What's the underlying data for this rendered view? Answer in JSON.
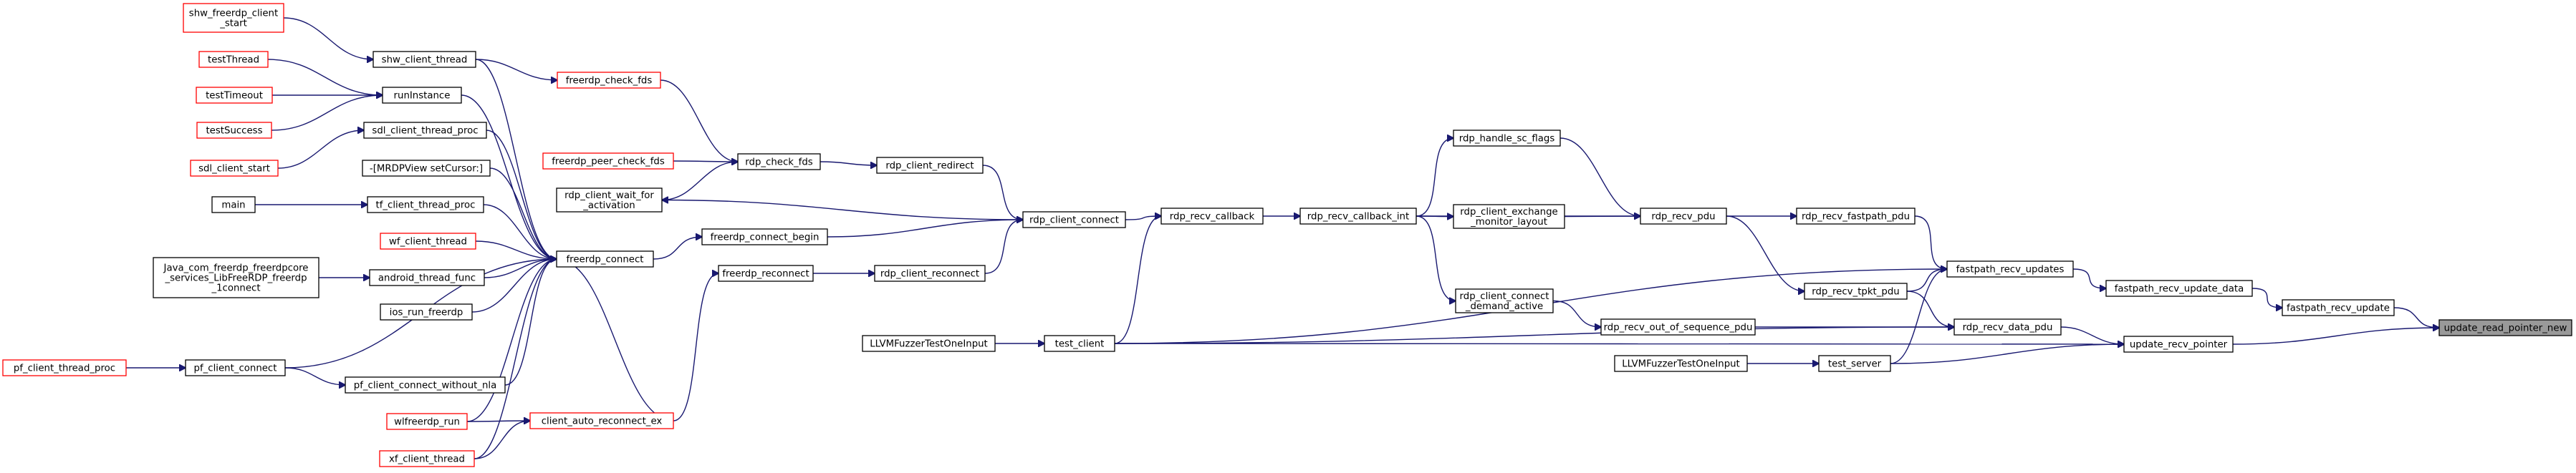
{
  "title": "update_read_pointer_new",
  "colors": {
    "edge": "#191970",
    "normal_border": "#000000",
    "truncated_border": "#ff0000",
    "root_fill": "#999999",
    "node_fill": "#ffffff"
  },
  "nodes": [
    {
      "id": "update_read_pointer_new",
      "lines": [
        "update_read_pointer_new"
      ],
      "kind": "root"
    },
    {
      "id": "fastpath_recv_update",
      "lines": [
        "fastpath_recv_update"
      ],
      "kind": "normal"
    },
    {
      "id": "update_recv_pointer",
      "lines": [
        "update_recv_pointer"
      ],
      "kind": "normal"
    },
    {
      "id": "fastpath_recv_update_data",
      "lines": [
        "fastpath_recv_update_data"
      ],
      "kind": "normal"
    },
    {
      "id": "fastpath_recv_updates",
      "lines": [
        "fastpath_recv_updates"
      ],
      "kind": "normal"
    },
    {
      "id": "rdp_recv_fastpath_pdu",
      "lines": [
        "rdp_recv_fastpath_pdu"
      ],
      "kind": "normal"
    },
    {
      "id": "rdp_recv_pdu",
      "lines": [
        "rdp_recv_pdu"
      ],
      "kind": "normal"
    },
    {
      "id": "rdp_recv_tpkt_pdu",
      "lines": [
        "rdp_recv_tpkt_pdu"
      ],
      "kind": "normal"
    },
    {
      "id": "rdp_recv_data_pdu",
      "lines": [
        "rdp_recv_data_pdu"
      ],
      "kind": "normal"
    },
    {
      "id": "test_server",
      "lines": [
        "test_server"
      ],
      "kind": "normal"
    },
    {
      "id": "rdp_handle_sc_flags",
      "lines": [
        "rdp_handle_sc_flags"
      ],
      "kind": "normal"
    },
    {
      "id": "rdp_client_exchange_monitor_layout",
      "lines": [
        "rdp_client_exchange",
        "_monitor_layout"
      ],
      "kind": "normal"
    },
    {
      "id": "rdp_recv_out_of_sequence_pdu",
      "lines": [
        "rdp_recv_out_of_sequence_pdu"
      ],
      "kind": "normal"
    },
    {
      "id": "rdp_client_connect_demand_active",
      "lines": [
        "rdp_client_connect",
        "_demand_active"
      ],
      "kind": "normal"
    },
    {
      "id": "rdp_recv_callback_int",
      "lines": [
        "rdp_recv_callback_int"
      ],
      "kind": "normal"
    },
    {
      "id": "rdp_recv_callback",
      "lines": [
        "rdp_recv_callback"
      ],
      "kind": "normal"
    },
    {
      "id": "rdp_client_connect",
      "lines": [
        "rdp_client_connect"
      ],
      "kind": "normal"
    },
    {
      "id": "test_client",
      "lines": [
        "test_client"
      ],
      "kind": "normal"
    },
    {
      "id": "LLVMFuzzerTestOneInput_a",
      "lines": [
        "LLVMFuzzerTestOneInput"
      ],
      "kind": "normal"
    },
    {
      "id": "LLVMFuzzerTestOneInput_b",
      "lines": [
        "LLVMFuzzerTestOneInput"
      ],
      "kind": "normal"
    },
    {
      "id": "rdp_client_redirect",
      "lines": [
        "rdp_client_redirect"
      ],
      "kind": "normal"
    },
    {
      "id": "rdp_check_fds",
      "lines": [
        "rdp_check_fds"
      ],
      "kind": "normal"
    },
    {
      "id": "freerdp_check_fds",
      "lines": [
        "freerdp_check_fds"
      ],
      "kind": "truncated"
    },
    {
      "id": "freerdp_peer_check_fds",
      "lines": [
        "freerdp_peer_check_fds"
      ],
      "kind": "truncated"
    },
    {
      "id": "rdp_client_wait_for_activation",
      "lines": [
        "rdp_client_wait_for",
        "_activation"
      ],
      "kind": "normal"
    },
    {
      "id": "freerdp_connect_begin",
      "lines": [
        "freerdp_connect_begin"
      ],
      "kind": "normal"
    },
    {
      "id": "rdp_client_reconnect",
      "lines": [
        "rdp_client_reconnect"
      ],
      "kind": "normal"
    },
    {
      "id": "freerdp_reconnect",
      "lines": [
        "freerdp_reconnect"
      ],
      "kind": "normal"
    },
    {
      "id": "freerdp_connect",
      "lines": [
        "freerdp_connect"
      ],
      "kind": "normal"
    },
    {
      "id": "client_auto_reconnect_ex",
      "lines": [
        "client_auto_reconnect_ex"
      ],
      "kind": "truncated"
    },
    {
      "id": "shw_client_thread",
      "lines": [
        "shw_client_thread"
      ],
      "kind": "normal"
    },
    {
      "id": "runInstance",
      "lines": [
        "runInstance"
      ],
      "kind": "normal"
    },
    {
      "id": "sdl_client_thread_proc",
      "lines": [
        "sdl_client_thread_proc"
      ],
      "kind": "normal"
    },
    {
      "id": "MRDPView_setCursor",
      "lines": [
        "-[MRDPView setCursor:]"
      ],
      "kind": "normal"
    },
    {
      "id": "tf_client_thread_proc",
      "lines": [
        "tf_client_thread_proc"
      ],
      "kind": "normal"
    },
    {
      "id": "wf_client_thread",
      "lines": [
        "wf_client_thread"
      ],
      "kind": "truncated"
    },
    {
      "id": "android_thread_func",
      "lines": [
        "android_thread_func"
      ],
      "kind": "normal"
    },
    {
      "id": "ios_run_freerdp",
      "lines": [
        "ios_run_freerdp"
      ],
      "kind": "normal"
    },
    {
      "id": "pf_client_connect_without_nla",
      "lines": [
        "pf_client_connect_without_nla"
      ],
      "kind": "normal"
    },
    {
      "id": "pf_client_connect",
      "lines": [
        "pf_client_connect"
      ],
      "kind": "normal"
    },
    {
      "id": "wlfreerdp_run",
      "lines": [
        "wlfreerdp_run"
      ],
      "kind": "truncated"
    },
    {
      "id": "xf_client_thread",
      "lines": [
        "xf_client_thread"
      ],
      "kind": "truncated"
    },
    {
      "id": "shw_freerdp_client_start",
      "lines": [
        "shw_freerdp_client",
        "_start"
      ],
      "kind": "truncated"
    },
    {
      "id": "testThread",
      "lines": [
        "testThread"
      ],
      "kind": "truncated"
    },
    {
      "id": "testTimeout",
      "lines": [
        "testTimeout"
      ],
      "kind": "truncated"
    },
    {
      "id": "testSuccess",
      "lines": [
        "testSuccess"
      ],
      "kind": "truncated"
    },
    {
      "id": "sdl_client_start",
      "lines": [
        "sdl_client_start"
      ],
      "kind": "truncated"
    },
    {
      "id": "main",
      "lines": [
        "main"
      ],
      "kind": "normal"
    },
    {
      "id": "Java_com_freerdp",
      "lines": [
        "Java_com_freerdp_freerdpcore",
        "_services_LibFreeRDP_freerdp",
        "_1connect"
      ],
      "kind": "normal"
    },
    {
      "id": "pf_client_thread_proc",
      "lines": [
        "pf_client_thread_proc"
      ],
      "kind": "truncated"
    }
  ],
  "edges": [
    {
      "from": "fastpath_recv_update",
      "to": "update_read_pointer_new"
    },
    {
      "from": "update_recv_pointer",
      "to": "update_read_pointer_new"
    },
    {
      "from": "fastpath_recv_update_data",
      "to": "fastpath_recv_update"
    },
    {
      "from": "fastpath_recv_updates",
      "to": "fastpath_recv_update_data"
    },
    {
      "from": "rdp_recv_fastpath_pdu",
      "to": "fastpath_recv_updates"
    },
    {
      "from": "rdp_recv_pdu",
      "to": "rdp_recv_fastpath_pdu"
    },
    {
      "from": "rdp_recv_tpkt_pdu",
      "to": "fastpath_recv_updates"
    },
    {
      "from": "test_client",
      "to": "fastpath_recv_updates"
    },
    {
      "from": "test_server",
      "to": "fastpath_recv_updates"
    },
    {
      "from": "rdp_recv_data_pdu",
      "to": "update_recv_pointer"
    },
    {
      "from": "test_client",
      "to": "update_recv_pointer"
    },
    {
      "from": "test_server",
      "to": "update_recv_pointer"
    },
    {
      "from": "rdp_recv_tpkt_pdu",
      "to": "rdp_recv_data_pdu"
    },
    {
      "from": "rdp_recv_out_of_sequence_pdu",
      "to": "rdp_recv_data_pdu"
    },
    {
      "from": "test_client",
      "to": "rdp_recv_data_pdu"
    },
    {
      "from": "rdp_recv_pdu",
      "to": "rdp_recv_tpkt_pdu"
    },
    {
      "from": "rdp_handle_sc_flags",
      "to": "rdp_recv_pdu"
    },
    {
      "from": "rdp_client_exchange_monitor_layout",
      "to": "rdp_recv_pdu"
    },
    {
      "from": "rdp_recv_callback_int",
      "to": "rdp_recv_pdu"
    },
    {
      "from": "rdp_recv_callback_int",
      "to": "rdp_handle_sc_flags"
    },
    {
      "from": "rdp_recv_callback_int",
      "to": "rdp_client_exchange_monitor_layout"
    },
    {
      "from": "rdp_recv_callback_int",
      "to": "rdp_client_connect_demand_active"
    },
    {
      "from": "rdp_client_connect_demand_active",
      "to": "rdp_recv_out_of_sequence_pdu"
    },
    {
      "from": "rdp_recv_callback",
      "to": "rdp_recv_callback_int"
    },
    {
      "from": "rdp_client_connect",
      "to": "rdp_recv_callback"
    },
    {
      "from": "test_client",
      "to": "rdp_recv_callback"
    },
    {
      "from": "LLVMFuzzerTestOneInput_a",
      "to": "test_client"
    },
    {
      "from": "LLVMFuzzerTestOneInput_b",
      "to": "test_server"
    },
    {
      "from": "rdp_client_redirect",
      "to": "rdp_client_connect"
    },
    {
      "from": "rdp_client_connect",
      "to": "rdp_client_wait_for_activation"
    },
    {
      "from": "freerdp_connect_begin",
      "to": "rdp_client_connect"
    },
    {
      "from": "rdp_client_reconnect",
      "to": "rdp_client_connect"
    },
    {
      "from": "rdp_check_fds",
      "to": "rdp_client_redirect"
    },
    {
      "from": "freerdp_check_fds",
      "to": "rdp_check_fds"
    },
    {
      "from": "freerdp_peer_check_fds",
      "to": "rdp_check_fds"
    },
    {
      "from": "rdp_client_wait_for_activation",
      "to": "rdp_check_fds"
    },
    {
      "from": "freerdp_connect",
      "to": "freerdp_connect_begin"
    },
    {
      "from": "freerdp_reconnect",
      "to": "rdp_client_reconnect"
    },
    {
      "from": "client_auto_reconnect_ex",
      "to": "freerdp_reconnect"
    },
    {
      "from": "shw_client_thread",
      "to": "freerdp_check_fds"
    },
    {
      "from": "shw_client_thread",
      "to": "freerdp_connect"
    },
    {
      "from": "runInstance",
      "to": "freerdp_connect"
    },
    {
      "from": "sdl_client_thread_proc",
      "to": "freerdp_connect"
    },
    {
      "from": "MRDPView_setCursor",
      "to": "freerdp_connect"
    },
    {
      "from": "tf_client_thread_proc",
      "to": "freerdp_connect"
    },
    {
      "from": "wf_client_thread",
      "to": "freerdp_connect"
    },
    {
      "from": "android_thread_func",
      "to": "freerdp_connect"
    },
    {
      "from": "ios_run_freerdp",
      "to": "freerdp_connect"
    },
    {
      "from": "pf_client_connect",
      "to": "freerdp_connect"
    },
    {
      "from": "pf_client_connect_without_nla",
      "to": "freerdp_connect"
    },
    {
      "from": "wlfreerdp_run",
      "to": "freerdp_connect"
    },
    {
      "from": "xf_client_thread",
      "to": "freerdp_connect"
    },
    {
      "from": "client_auto_reconnect_ex",
      "to": "freerdp_connect"
    },
    {
      "from": "wlfreerdp_run",
      "to": "client_auto_reconnect_ex"
    },
    {
      "from": "xf_client_thread",
      "to": "client_auto_reconnect_ex"
    },
    {
      "from": "pf_client_connect",
      "to": "pf_client_connect_without_nla"
    },
    {
      "from": "pf_client_thread_proc",
      "to": "pf_client_connect"
    },
    {
      "from": "shw_freerdp_client_start",
      "to": "shw_client_thread"
    },
    {
      "from": "testThread",
      "to": "runInstance"
    },
    {
      "from": "testTimeout",
      "to": "runInstance"
    },
    {
      "from": "testSuccess",
      "to": "runInstance"
    },
    {
      "from": "sdl_client_start",
      "to": "sdl_client_thread_proc"
    },
    {
      "from": "main",
      "to": "tf_client_thread_proc"
    },
    {
      "from": "Java_com_freerdp",
      "to": "android_thread_func"
    }
  ]
}
